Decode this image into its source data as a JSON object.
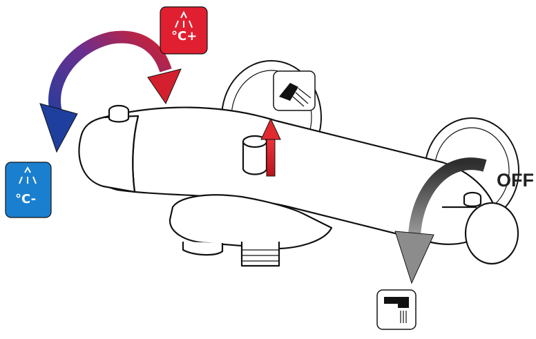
{
  "diagram": {
    "off_label": "OFF",
    "badges": {
      "hot": {
        "symbol": "°C+",
        "color": "#e02030"
      },
      "cold": {
        "symbol": "°C-",
        "color": "#1b7fd0"
      },
      "shower": {
        "icon": "shower-head-icon"
      },
      "tub": {
        "icon": "bath-spout-icon"
      }
    },
    "colors": {
      "arrow_hot": "#d4202e",
      "arrow_cold": "#1f3f9e",
      "arrow_grey": "#555555",
      "diverter_arrow": "#d81c24"
    }
  }
}
